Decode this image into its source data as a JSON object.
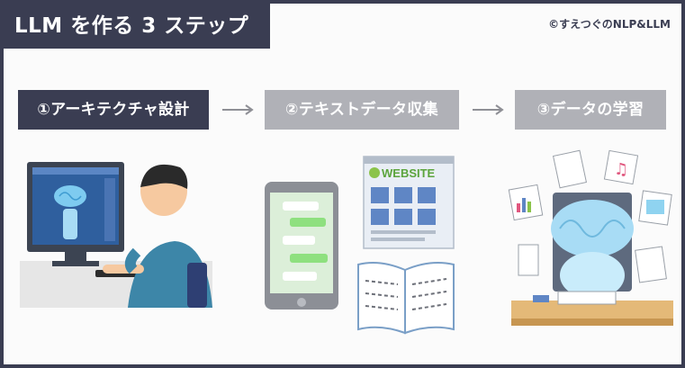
{
  "header": {
    "title": "LLM を作る 3 ステップ",
    "credit": "©すえつぐのNLP&LLM"
  },
  "steps": [
    {
      "label": "①アーキテクチャ設計",
      "active": true
    },
    {
      "label": "②テキストデータ収集",
      "active": false
    },
    {
      "label": "③データの学習",
      "active": false
    }
  ],
  "website": {
    "logo_text": "WEBSITE"
  },
  "colors": {
    "active_step": "#3a3d52",
    "inactive_step": "#b0b1b7",
    "arrow": "#8e8f95",
    "border": "#3a3d52"
  },
  "icons": {
    "arrow": "right-arrow-icon",
    "illustration_1": "person-at-computer-brain-icon",
    "illustration_2": "phone-website-book-icon",
    "illustration_3": "brain-studying-icon"
  }
}
